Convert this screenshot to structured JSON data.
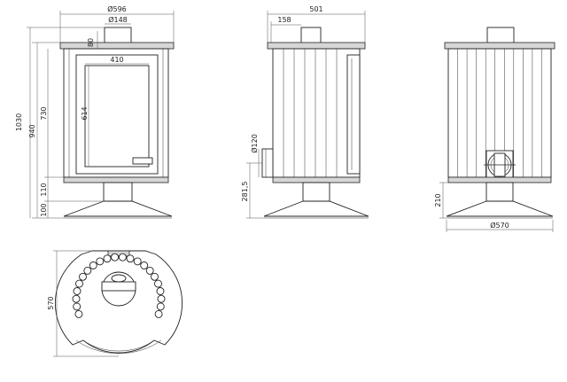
{
  "dimensions": {
    "front_width": "Ø596",
    "flue_diameter": "Ø148",
    "top_offset": "80",
    "glass_width": "410",
    "total_height": "1030",
    "height_940": "940",
    "body_height": "730",
    "glass_height": "614",
    "base_110": "110",
    "base_100": "100",
    "side_depth": "501",
    "side_flue_offset": "158",
    "rear_outlet_diameter": "Ø120",
    "rear_outlet_height": "281,5",
    "back_base_height": "210",
    "back_base_diameter": "Ø570",
    "plan_depth": "570"
  },
  "colors": {
    "line": "#222222",
    "grey_fill": "#d6d6d6"
  }
}
